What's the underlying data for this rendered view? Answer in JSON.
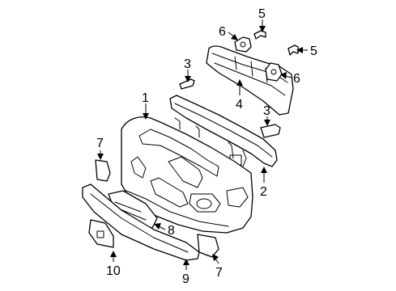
{
  "callouts": [
    {
      "id": "1",
      "label": "1"
    },
    {
      "id": "2",
      "label": "2"
    },
    {
      "id": "3a",
      "label": "3"
    },
    {
      "id": "3b",
      "label": "3"
    },
    {
      "id": "4",
      "label": "4"
    },
    {
      "id": "5a",
      "label": "5"
    },
    {
      "id": "5b",
      "label": "5"
    },
    {
      "id": "6a",
      "label": "6"
    },
    {
      "id": "6b",
      "label": "6"
    },
    {
      "id": "7a",
      "label": "7"
    },
    {
      "id": "7b",
      "label": "7"
    },
    {
      "id": "8",
      "label": "8"
    },
    {
      "id": "9",
      "label": "9"
    },
    {
      "id": "10",
      "label": "10"
    }
  ]
}
